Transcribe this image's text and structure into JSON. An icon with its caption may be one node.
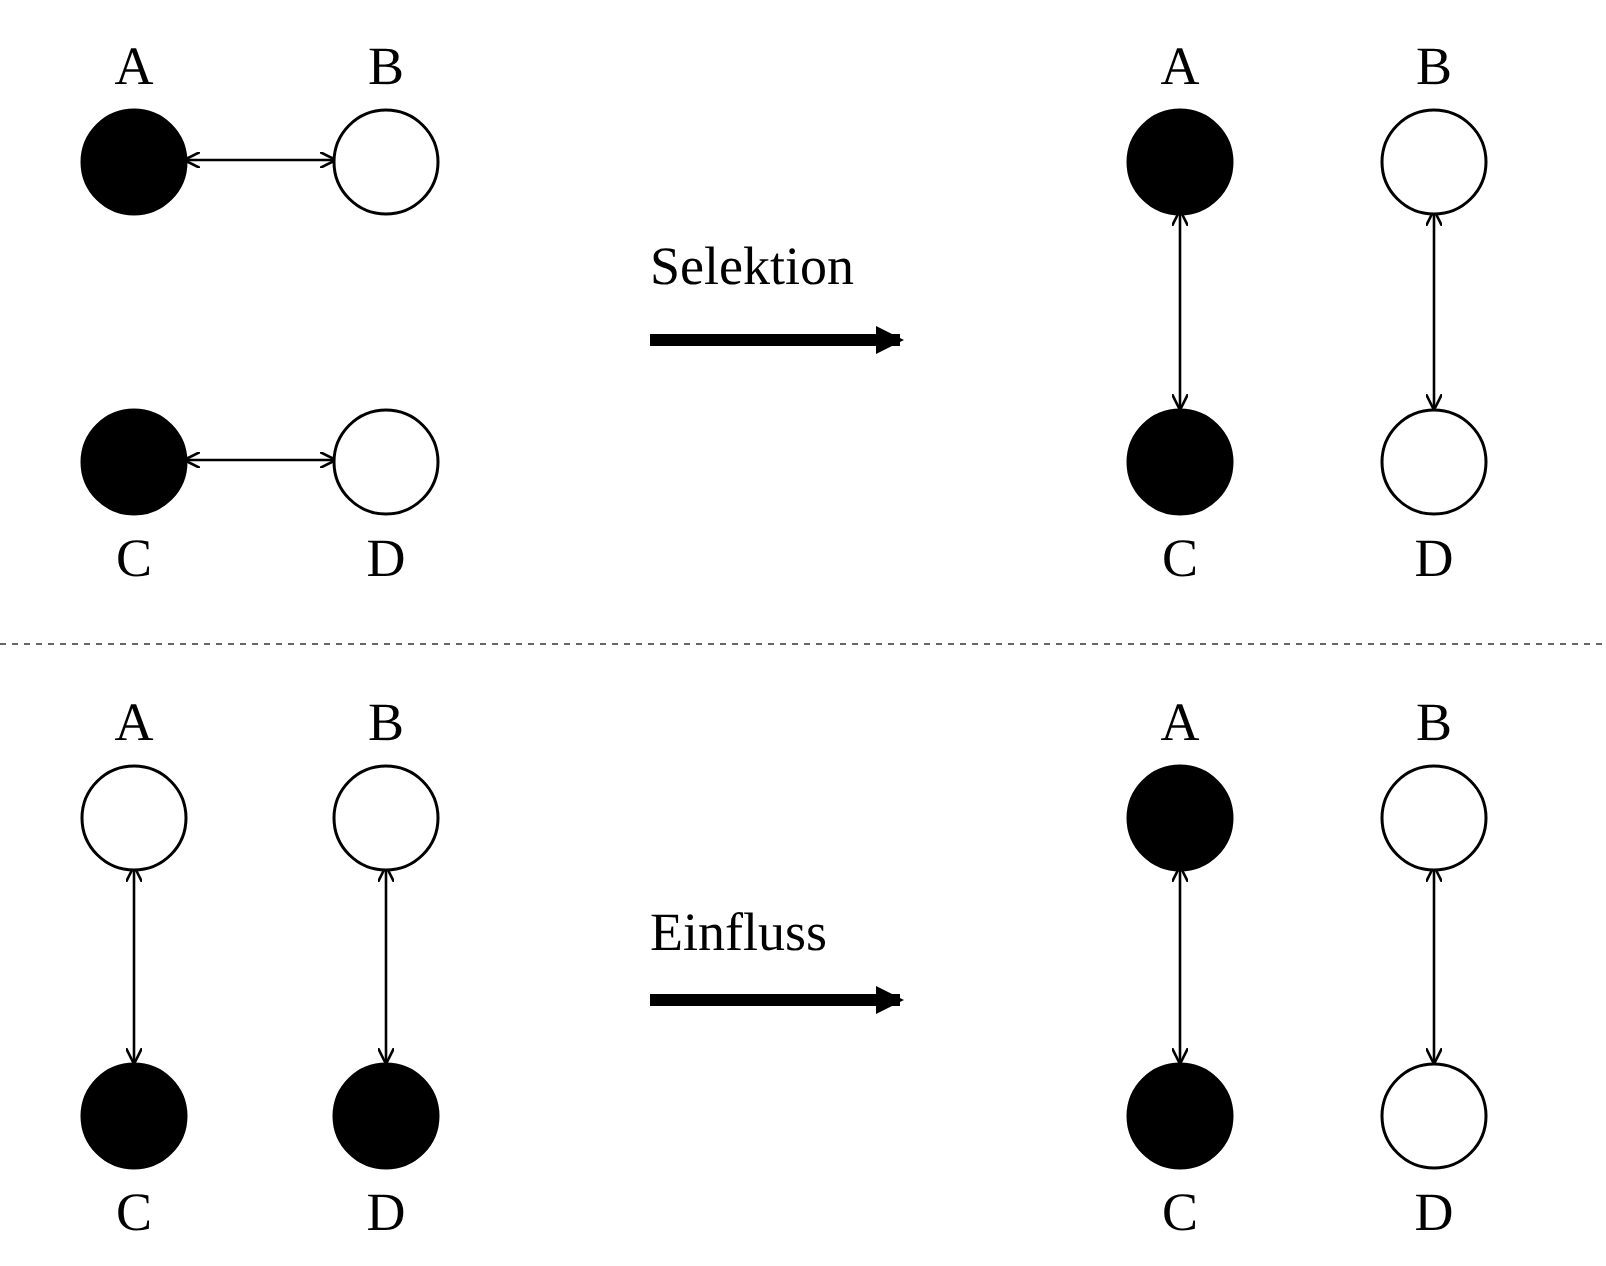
{
  "diagram": {
    "nodes": [
      {
        "text": [
          "A"
        ]
      },
      {
        "text": [
          "B"
        ]
      },
      {
        "text": [
          "C"
        ]
      },
      {
        "text": [
          "D"
        ]
      },
      {
        "text": [
          "A"
        ]
      },
      {
        "text": [
          "B"
        ]
      },
      {
        "text": [
          "C"
        ]
      },
      {
        "text": [
          "D"
        ]
      },
      {
        "text": [
          "A"
        ]
      },
      {
        "text": [
          "B"
        ]
      },
      {
        "text": [
          "C"
        ]
      },
      {
        "text": [
          "D"
        ]
      },
      {
        "text": [
          "A"
        ]
      },
      {
        "text": [
          "B"
        ]
      },
      {
        "text": [
          "C"
        ]
      },
      {
        "text": [
          "D"
        ]
      }
    ],
    "edges": [
      {
        "from": 0,
        "to": 1,
        "arrow": "both"
      },
      {
        "from": 2,
        "to": 3,
        "arrow": "both"
      },
      {
        "from": 4,
        "to": 6,
        "arrow": "both"
      },
      {
        "from": 5,
        "to": 7,
        "arrow": "both"
      },
      {
        "from": 8,
        "to": 10,
        "arrow": "both"
      },
      {
        "from": 9,
        "to": 11,
        "arrow": "both"
      },
      {
        "from": 12,
        "to": 14,
        "arrow": "both"
      },
      {
        "from": 13,
        "to": 15,
        "arrow": "both"
      }
    ],
    "labels": [
      "Selektion",
      "Einfluss"
    ]
  }
}
